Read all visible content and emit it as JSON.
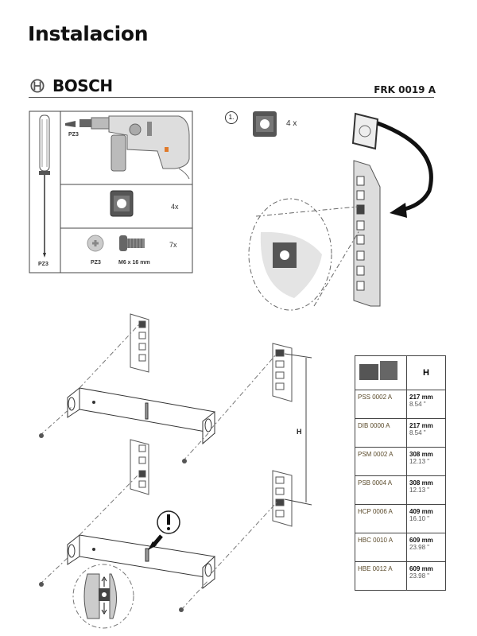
{
  "page": {
    "title": "Instalacion"
  },
  "header": {
    "brand": "BOSCH",
    "model": "FRK 0019 A"
  },
  "tools": {
    "screwdriver_label": "PZ3",
    "drill_bit_label": "PZ3",
    "cage_nut_qty": "4x",
    "screw_head_label": "PZ3",
    "screw_size": "M6 x 16 mm",
    "screw_qty": "7x"
  },
  "step1": {
    "number": "1.",
    "qty": "4 x"
  },
  "dimension_label": "H",
  "table": {
    "header": "H",
    "rows": [
      {
        "model": "PSS 0002 A",
        "mm": "217 mm",
        "inch": "8.54 \""
      },
      {
        "model": "DIB 0000 A",
        "mm": "217 mm",
        "inch": "8.54 \""
      },
      {
        "model": "PSM 0002 A",
        "mm": "308 mm",
        "inch": "12.13 \""
      },
      {
        "model": "PSB 0004 A",
        "mm": "308 mm",
        "inch": "12.13 \""
      },
      {
        "model": "HCP 0006 A",
        "mm": "409 mm",
        "inch": "16.10 \""
      },
      {
        "model": "HBC 0010 A",
        "mm": "609 mm",
        "inch": "23.98 \""
      },
      {
        "model": "HBE 0012 A",
        "mm": "609 mm",
        "inch": "23.98 \""
      }
    ]
  }
}
